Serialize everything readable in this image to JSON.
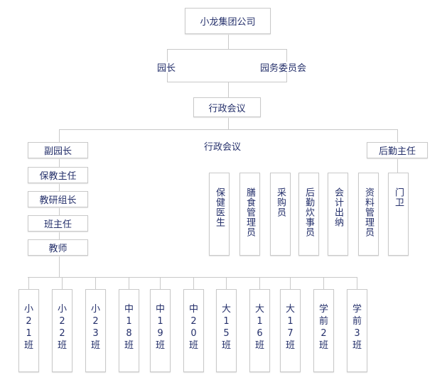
{
  "top": "小龙集团公司",
  "principal": "园长",
  "committee": "园务委员会",
  "admin_meeting": "行政会议",
  "admin_meeting_label": "行政会议",
  "left_chain": [
    "副园长",
    "保教主任",
    "教研组长",
    "班主任",
    "教师"
  ],
  "logistics_head": "后勤主任",
  "logistics_staff": [
    "保健医生",
    "膳食管理员",
    "采购员",
    "后勤炊事员",
    "会计出纳",
    "资料管理员",
    "门卫"
  ],
  "classes": [
    "小21班",
    "小22班",
    "小23班",
    "中18班",
    "中19班",
    "中20班",
    "大15班",
    "大16班",
    "大17班",
    "学前2班",
    "学前3班"
  ]
}
